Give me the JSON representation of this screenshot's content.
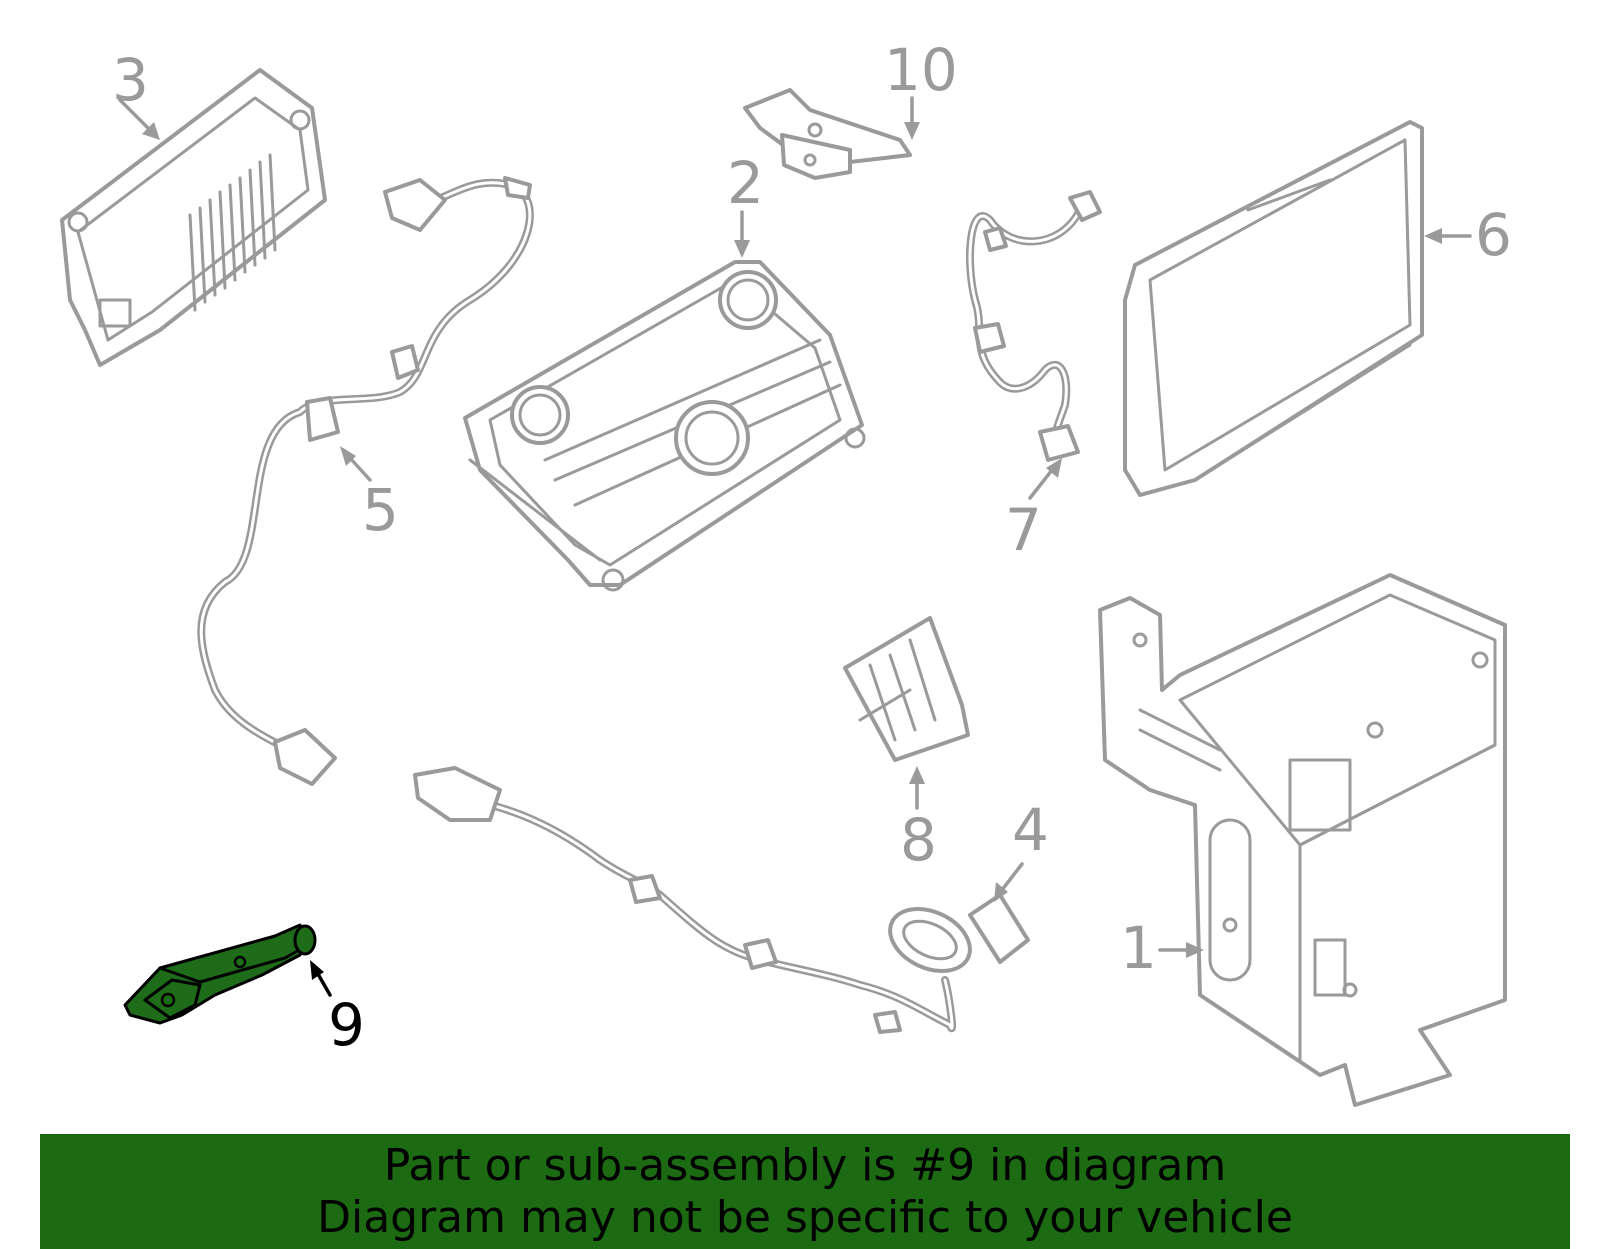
{
  "callouts": [
    {
      "number": "1",
      "highlighted": false
    },
    {
      "number": "2",
      "highlighted": false
    },
    {
      "number": "3",
      "highlighted": false
    },
    {
      "number": "4",
      "highlighted": false
    },
    {
      "number": "5",
      "highlighted": false
    },
    {
      "number": "6",
      "highlighted": false
    },
    {
      "number": "7",
      "highlighted": false
    },
    {
      "number": "8",
      "highlighted": false
    },
    {
      "number": "9",
      "highlighted": true
    },
    {
      "number": "10",
      "highlighted": false
    }
  ],
  "banner": {
    "line1": "Part or sub-assembly is #9 in diagram",
    "line2": "Diagram may not be specific to your vehicle"
  },
  "colors": {
    "banner_background": "#1c6b13",
    "highlight_part": "#1e6b1a",
    "line_art": "#9a9a9a",
    "highlight_text": "#000000"
  }
}
